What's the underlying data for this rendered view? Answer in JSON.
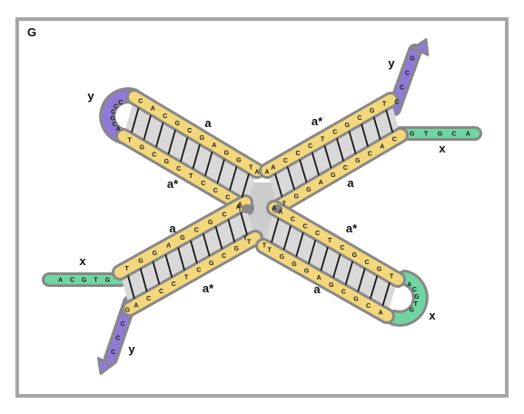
{
  "panel_label": "G",
  "colors": {
    "outline": "#888888",
    "strand": "#f2d77c",
    "paired_region": "#d9d9d9",
    "junction": "#cccccc",
    "loop_y": "#8f7ad6",
    "loop_x": "#6fd6a2",
    "rung": "#1a1a1a",
    "frame": "#a6a6a6"
  },
  "arms": {
    "top_left": {
      "outer_bases": [
        "C",
        "A",
        "C",
        "G",
        "C",
        "G",
        "A",
        "G",
        "G",
        "T"
      ],
      "inner_bases": [
        "T",
        "G",
        "C",
        "G",
        "C",
        "T",
        "C",
        "C",
        "C",
        "A"
      ],
      "outer_label": "a",
      "inner_label": "a*",
      "loop_label": "y",
      "loop_bases": [
        "C",
        "C",
        "C",
        "G",
        "C",
        "A"
      ]
    },
    "top_right": {
      "outer_bases": [
        "A",
        "C",
        "C",
        "C",
        "T",
        "C",
        "G",
        "C",
        "G",
        "T"
      ],
      "inner_bases": [
        "T",
        "G",
        "G",
        "A",
        "G",
        "C",
        "G",
        "C",
        "A",
        "C"
      ],
      "outer_label": "a*",
      "inner_label": "a",
      "tail_y_label": "y",
      "tail_y_bases": [
        "C",
        "C",
        "C",
        "G"
      ],
      "tail_x_label": "x",
      "tail_x_bases": [
        "G",
        "T",
        "G",
        "C",
        "A"
      ]
    },
    "bottom_left": {
      "outer_bases": [
        "T",
        "G",
        "G",
        "A",
        "G",
        "C",
        "G",
        "C",
        "A"
      ],
      "inner_bases": [
        "A",
        "C",
        "C",
        "C",
        "T",
        "C",
        "G",
        "C",
        "G",
        "T"
      ],
      "outer_label": "a",
      "inner_label": "a*",
      "tail_y_label": "y",
      "tail_y_bases": [
        "G",
        "C",
        "C",
        "C"
      ],
      "tail_x_label": "x",
      "tail_x_bases": [
        "A",
        "C",
        "G",
        "T",
        "G"
      ]
    },
    "bottom_right": {
      "outer_bases": [
        "A",
        "C",
        "C",
        "C",
        "T",
        "C",
        "G",
        "C",
        "G",
        "T"
      ],
      "inner_bases": [
        "T",
        "G",
        "G",
        "G",
        "A",
        "G",
        "C",
        "G",
        "C",
        "A"
      ],
      "outer_label": "a*",
      "inner_label": "a",
      "loop_label": "x",
      "loop_bases": [
        "A",
        "C",
        "G",
        "T",
        "G"
      ]
    }
  },
  "center_bases": {
    "top_left_corner": "A",
    "top_right_corner": "A",
    "bottom_left_corner": "T",
    "bottom_right_corner": "T",
    "left_mid": "T",
    "right_mid": "A"
  }
}
